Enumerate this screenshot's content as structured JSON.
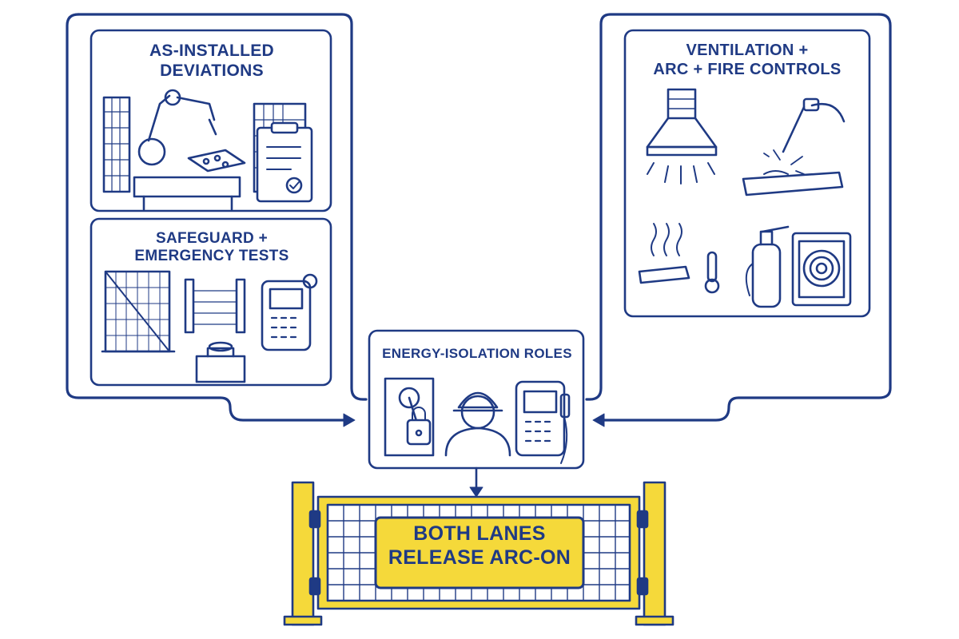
{
  "panels": {
    "as_installed": {
      "title_line1": "AS-INSTALLED",
      "title_line2": "DEVIATIONS"
    },
    "safeguard": {
      "title_line1": "SAFEGUARD +",
      "title_line2": "EMERGENCY TESTS"
    },
    "ventilation": {
      "title_line1": "VENTILATION +",
      "title_line2": "ARC + FIRE CONTROLS"
    },
    "energy": {
      "title": "ENERGY-ISOLATION ROLES"
    },
    "release": {
      "line1": "BOTH LANES",
      "line2": "RELEASE ARC-ON"
    }
  },
  "colors": {
    "navy": "#1f3a84",
    "yellow": "#f5d93a",
    "white": "#ffffff"
  }
}
